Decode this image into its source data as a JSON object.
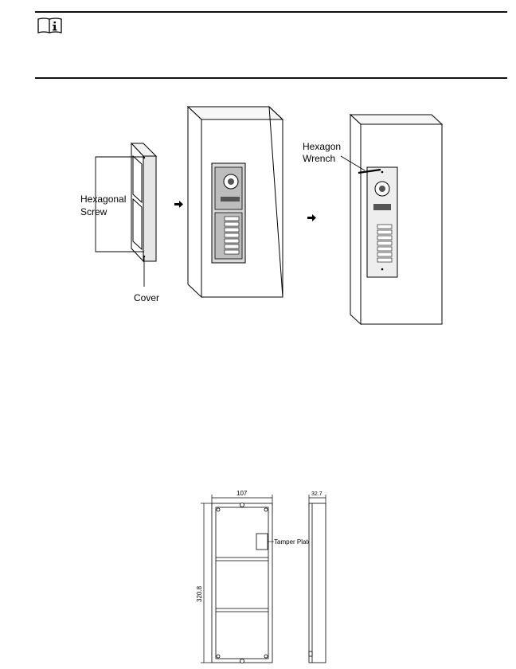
{
  "note": {
    "icon": "note-info-icon"
  },
  "figure1": {
    "labels": {
      "hexagonal_screw_line1": "Hexagonal",
      "hexagonal_screw_line2": "Screw",
      "cover": "Cover",
      "hexagon_wrench_line1": "Hexagon",
      "hexagon_wrench_line2": "Wrench"
    }
  },
  "figure2": {
    "labels": {
      "width": "107",
      "depth": "32.7",
      "height": "320.8",
      "tamper_plate": "Tamper Plate"
    }
  }
}
